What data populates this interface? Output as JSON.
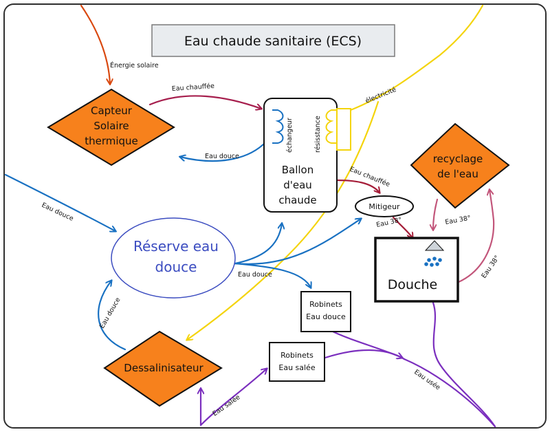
{
  "title": "Eau chaude sanitaire (ECS)",
  "nodes": {
    "capteur": [
      "Capteur",
      "Solaire",
      "thermique"
    ],
    "recyclage": [
      "recyclage",
      "de l'eau"
    ],
    "dessalinisateur": "Dessalinisateur",
    "reserve": [
      "Réserve eau",
      "douce"
    ],
    "ballon": [
      "Ballon",
      "d'eau",
      "chaude"
    ],
    "echangeur": "échangeur",
    "resistance": "résisstance",
    "mitigeur": "Mitigeur",
    "douche": "Douche",
    "robinets_douce": [
      "Robinets",
      "Eau douce"
    ],
    "robinets_salee": [
      "Robinets",
      "Eau salée"
    ]
  },
  "labels": {
    "energie_solaire": "Énergie solaire",
    "eau_chauffee_1": "Eau chauffée",
    "eau_douce_capteur": "Eau douce",
    "electricite": "électricité",
    "eau_douce_in": "Eau douce",
    "eau_chauffee_2": "Eau chauffée",
    "eau_38_mitigeur": "Eau 38°",
    "eau_38_recyclage": "Eau 38°",
    "eau_38_douche": "Eau 38°",
    "eau_douce_reserve": "Eau douce",
    "eau_douce_dessal": "Eau douce",
    "eau_usee": "Eau usée",
    "eau_salee": "Eau salée"
  },
  "colors": {
    "orange_fill": "#f7811c",
    "energy": "#d9480f",
    "hot_water": "#a61e4d",
    "fresh_water": "#1971c2",
    "electricity": "#f4d40c",
    "waste_salt": "#7b2fbe",
    "reserve_outline": "#3b4cc0"
  },
  "icons": [
    "coil-icon",
    "shower-head-icon",
    "water-drops-icon"
  ]
}
